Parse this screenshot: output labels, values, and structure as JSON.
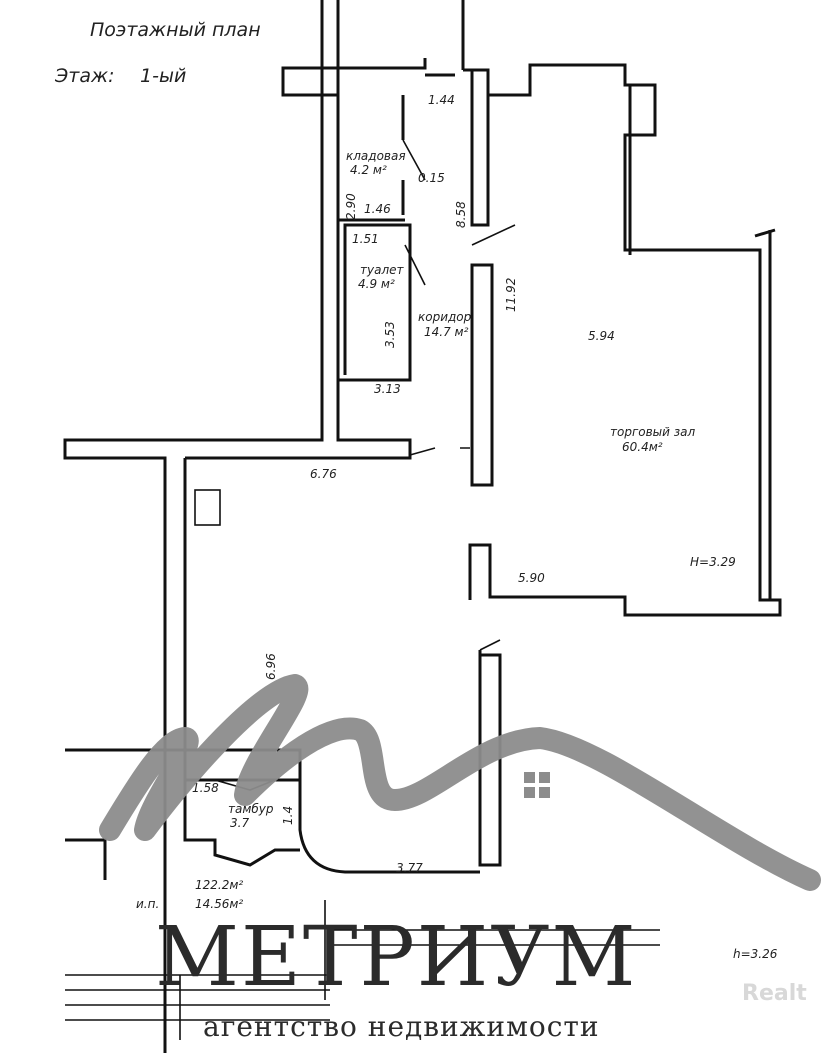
{
  "header": {
    "title": "Поэтажный план",
    "floor_label": "Этаж:",
    "floor_value": "1-ый"
  },
  "rooms": [
    {
      "name": "кладовая",
      "area": "4.2 м²"
    },
    {
      "name": "туалет",
      "area": "4.9 м²"
    },
    {
      "name": "коридор",
      "area": "14.7 м²"
    },
    {
      "name": "торговый зал",
      "area": "60.4м²"
    },
    {
      "name": "тамбур",
      "area": "3.7"
    }
  ],
  "dimensions": [
    "1.44",
    "0.15",
    "2.90",
    "1.46",
    "1.51",
    "3.53",
    "3.13",
    "8.58",
    "11.92",
    "5.94",
    "6.76",
    "5.90",
    "6.96",
    "3.77",
    "1.58",
    "1.4"
  ],
  "heights": {
    "hall": "H=3.29",
    "bottom": "h=3.26"
  },
  "totals": {
    "total_area": "122.2м²",
    "label": "и.п.",
    "secondary_area": "14.56м²"
  },
  "watermark": {
    "brand": "МЕТРИУМ",
    "tagline": "агентство недвижимости",
    "corner": "Realt"
  },
  "colors": {
    "lines": "#111111",
    "logo_gray": "#8c8c8c",
    "brand_text": "#2b2b2b"
  }
}
